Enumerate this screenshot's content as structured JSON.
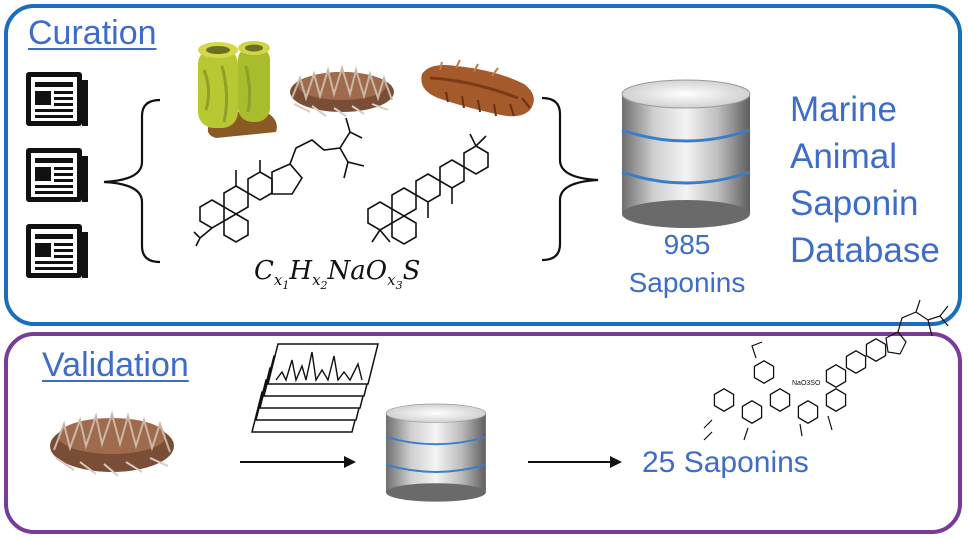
{
  "curation": {
    "title": "Curation",
    "formula": {
      "c": "C",
      "x1": "x",
      "s1": "1",
      "h": "H",
      "x2": "x",
      "s2": "2",
      "na": "NaO",
      "x3": "x",
      "s3": "3",
      "sulfur": "S"
    },
    "count_number": "985",
    "count_label": "Saponins",
    "database_title": [
      "Marine",
      "Animal",
      "Saponin",
      "Database"
    ]
  },
  "validation": {
    "title": "Validation",
    "result": "25 Saponins"
  },
  "colors": {
    "curation_border": "#1a6fbd",
    "validation_border": "#7a3a98",
    "text_blue": "#3d6cc9"
  },
  "icons": [
    "document-icon",
    "sponge-image",
    "starfish-image",
    "sea-cucumber-image",
    "steroid-structure",
    "triterpene-structure",
    "database-icon",
    "spectra-icon",
    "saponin-structure"
  ]
}
